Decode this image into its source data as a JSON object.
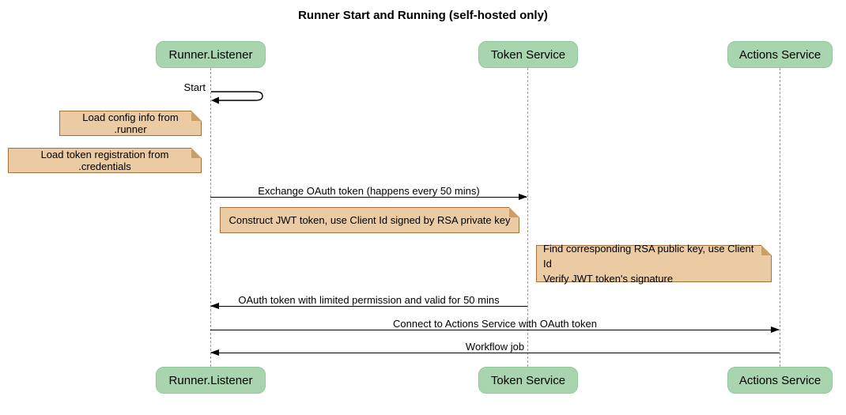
{
  "diagram": {
    "title": "Runner Start and Running (self-hosted only)",
    "participants": [
      {
        "id": "runner-listener",
        "label": "Runner.Listener"
      },
      {
        "id": "token-service",
        "label": "Token Service"
      },
      {
        "id": "actions-service",
        "label": "Actions Service"
      }
    ],
    "messages": [
      {
        "label": "Start",
        "from": "runner-listener",
        "to": "runner-listener",
        "type": "self"
      },
      {
        "label": "Exchange OAuth token (happens every 50 mins)",
        "from": "runner-listener",
        "to": "token-service"
      },
      {
        "label": "OAuth token with limited permission and valid for 50 mins",
        "from": "token-service",
        "to": "runner-listener"
      },
      {
        "label": "Connect to Actions Service with OAuth token",
        "from": "runner-listener",
        "to": "actions-service"
      },
      {
        "label": "Workflow job",
        "from": "actions-service",
        "to": "runner-listener"
      }
    ],
    "notes": [
      {
        "lines": [
          "Load config info from .runner"
        ],
        "position": "left of runner-listener"
      },
      {
        "lines": [
          "Load token registration from .credentials"
        ],
        "position": "left of runner-listener"
      },
      {
        "lines": [
          "Construct JWT token, use Client Id signed by RSA private key"
        ],
        "position": "over runner-listener, token-service"
      },
      {
        "lines": [
          "Find corresponding RSA public key, use Client Id",
          "Verify JWT token's signature"
        ],
        "position": "over actions-service"
      }
    ],
    "colors": {
      "background": "#ffffff",
      "participant_fill": "#a8d5ad",
      "participant_border": "#93c79e",
      "note_fill": "#ebcba3",
      "note_border": "#a5713b",
      "note_fold": "#c99f66",
      "lifeline": "#9a9a9a",
      "arrow": "#000000"
    }
  }
}
